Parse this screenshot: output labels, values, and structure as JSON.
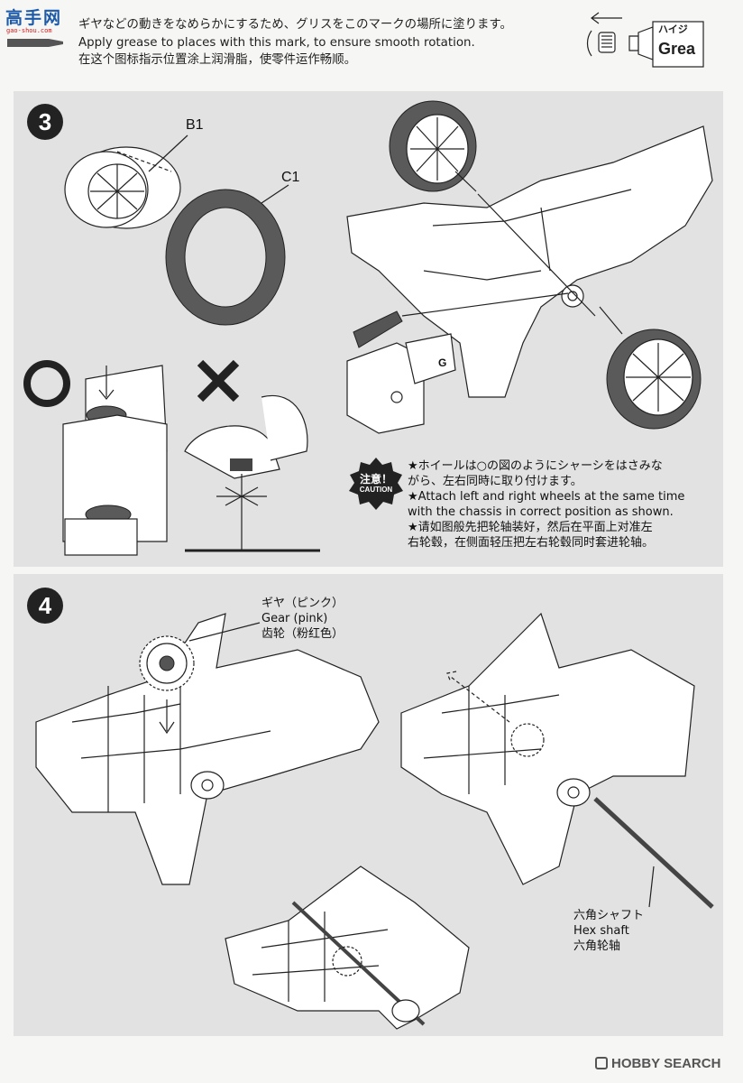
{
  "logo": {
    "main": "高手网",
    "sub": "gao-shou.com"
  },
  "header": {
    "instructions": [
      "ギヤなどの動きをなめらかにするため、グリスをこのマークの場所に塗ります。",
      "Apply grease to places with this mark, to ensure smooth rotation.",
      "在这个图标指示位置涂上润滑脂，使零件运作畅顺。"
    ],
    "tube_label": "Grea",
    "tube_label_jp": "ハイジ"
  },
  "step3": {
    "number": "3",
    "part_b1": "B1",
    "part_c1": "C1",
    "grease_label": "G",
    "caution_badge": {
      "jp": "注意！",
      "en": "CAUTION"
    },
    "caution_lines": [
      "★ホイールは○の図のようにシャーシをはさみな",
      "がら、左右同時に取り付けます。",
      "★Attach left and right wheels at the same time",
      "with the chassis in correct position as shown.",
      "★请如图般先把轮轴装好，然后在平面上对准左",
      "右轮毂，在侧面轻压把左右轮毂同时套进轮轴。"
    ]
  },
  "step4": {
    "number": "4",
    "gear_label": [
      "ギヤ（ピンク）",
      "Gear (pink)",
      "齿轮（粉红色）"
    ],
    "shaft_label": [
      "六角シャフト",
      "Hex shaft",
      "六角轮轴"
    ]
  },
  "watermark": "HOBBY SEARCH",
  "colors": {
    "panel": "#e2e2e2",
    "line": "#222222",
    "step_badge": "#222222",
    "logo_blue": "#1d5aa8",
    "logo_red": "#c82020"
  }
}
